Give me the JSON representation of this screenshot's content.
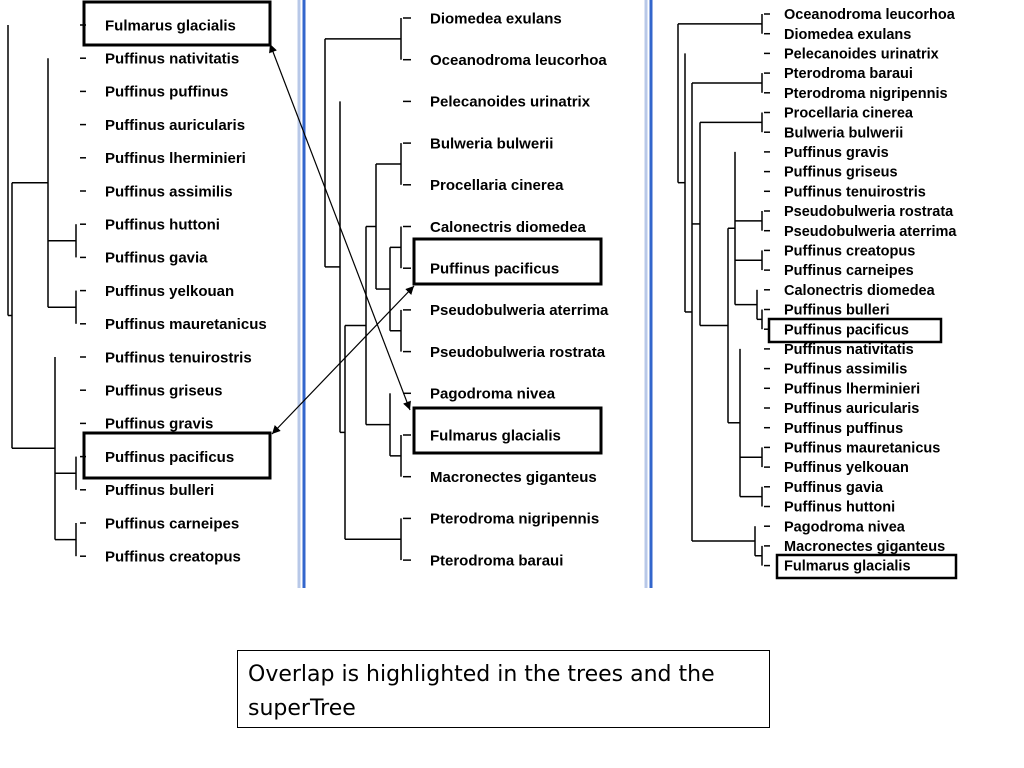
{
  "tree1": {
    "taxa": [
      "Fulmarus glacialis",
      "Puffinus nativitatis",
      "Puffinus puffinus",
      "Puffinus auricularis",
      "Puffinus lherminieri",
      "Puffinus assimilis",
      "Puffinus huttoni",
      "Puffinus gavia",
      "Puffinus yelkouan",
      "Puffinus mauretanicus",
      "Puffinus tenuirostris",
      "Puffinus griseus",
      "Puffinus gravis",
      "Puffinus pacificus",
      "Puffinus bulleri",
      "Puffinus carneipes",
      "Puffinus creatopus"
    ],
    "highlighted": [
      "Fulmarus glacialis",
      "Puffinus pacificus"
    ]
  },
  "tree2": {
    "taxa": [
      "Diomedea exulans",
      "Oceanodroma leucorhoa",
      "Pelecanoides urinatrix",
      "Bulweria bulwerii",
      "Procellaria cinerea",
      "Calonectris diomedea",
      "Puffinus pacificus",
      "Pseudobulweria aterrima",
      "Pseudobulweria rostrata",
      "Pagodroma nivea",
      "Fulmarus glacialis",
      "Macronectes giganteus",
      "Pterodroma nigripennis",
      "Pterodroma baraui"
    ],
    "highlighted": [
      "Puffinus pacificus",
      "Fulmarus glacialis"
    ]
  },
  "supertree": {
    "taxa": [
      "Oceanodroma leucorhoa",
      "Diomedea exulans",
      "Pelecanoides urinatrix",
      "Pterodroma baraui",
      "Pterodroma nigripennis",
      "Procellaria cinerea",
      "Bulweria bulwerii",
      "Puffinus gravis",
      "Puffinus griseus",
      "Puffinus tenuirostris",
      "Pseudobulweria rostrata",
      "Pseudobulweria aterrima",
      "Puffinus creatopus",
      "Puffinus carneipes",
      "Calonectris diomedea",
      "Puffinus bulleri",
      "Puffinus pacificus",
      "Puffinus nativitatis",
      "Puffinus assimilis",
      "Puffinus lherminieri",
      "Puffinus auricularis",
      "Puffinus puffinus",
      "Puffinus mauretanicus",
      "Puffinus yelkouan",
      "Puffinus gavia",
      "Puffinus huttoni",
      "Pagodroma nivea",
      "Macronectes giganteus",
      "Fulmarus glacialis"
    ],
    "highlighted": [
      "Puffinus pacificus",
      "Fulmarus glacialis"
    ]
  },
  "caption": "Overlap is highlighted in the trees and the superTree",
  "colors": {
    "divider": "#3366cc",
    "divider_light": "#b8c8e8",
    "line": "#000000"
  }
}
